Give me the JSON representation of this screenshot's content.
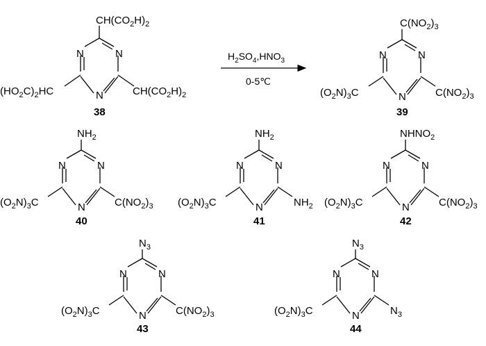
{
  "reaction": {
    "reagents": "H2SO4,HNO3",
    "temperature": "0-5℃"
  },
  "compounds": [
    {
      "id": "38",
      "label": "38",
      "top": "CH(CO2H)2",
      "left": "(HO2C)2HC",
      "right": "CH(CO2H)2"
    },
    {
      "id": "39",
      "label": "39",
      "top": "C(NO2)3",
      "left": "(O2N)3C",
      "right": "C(NO2)3"
    },
    {
      "id": "40",
      "label": "40",
      "top": "NH2",
      "left": "(O2N)3C",
      "right": "C(NO2)3"
    },
    {
      "id": "41",
      "label": "41",
      "top": "NH2",
      "left": "(O2N)3C",
      "right": "NH2"
    },
    {
      "id": "42",
      "label": "42",
      "top": "NHNO2",
      "left": "(O2N)3C",
      "right": "C(NO2)3"
    },
    {
      "id": "43",
      "label": "43",
      "top": "N3",
      "left": "(O2N)3C",
      "right": "C(NO2)3"
    },
    {
      "id": "44",
      "label": "44",
      "top": "N3",
      "left": "(O2N)3C",
      "right": "N3"
    }
  ]
}
